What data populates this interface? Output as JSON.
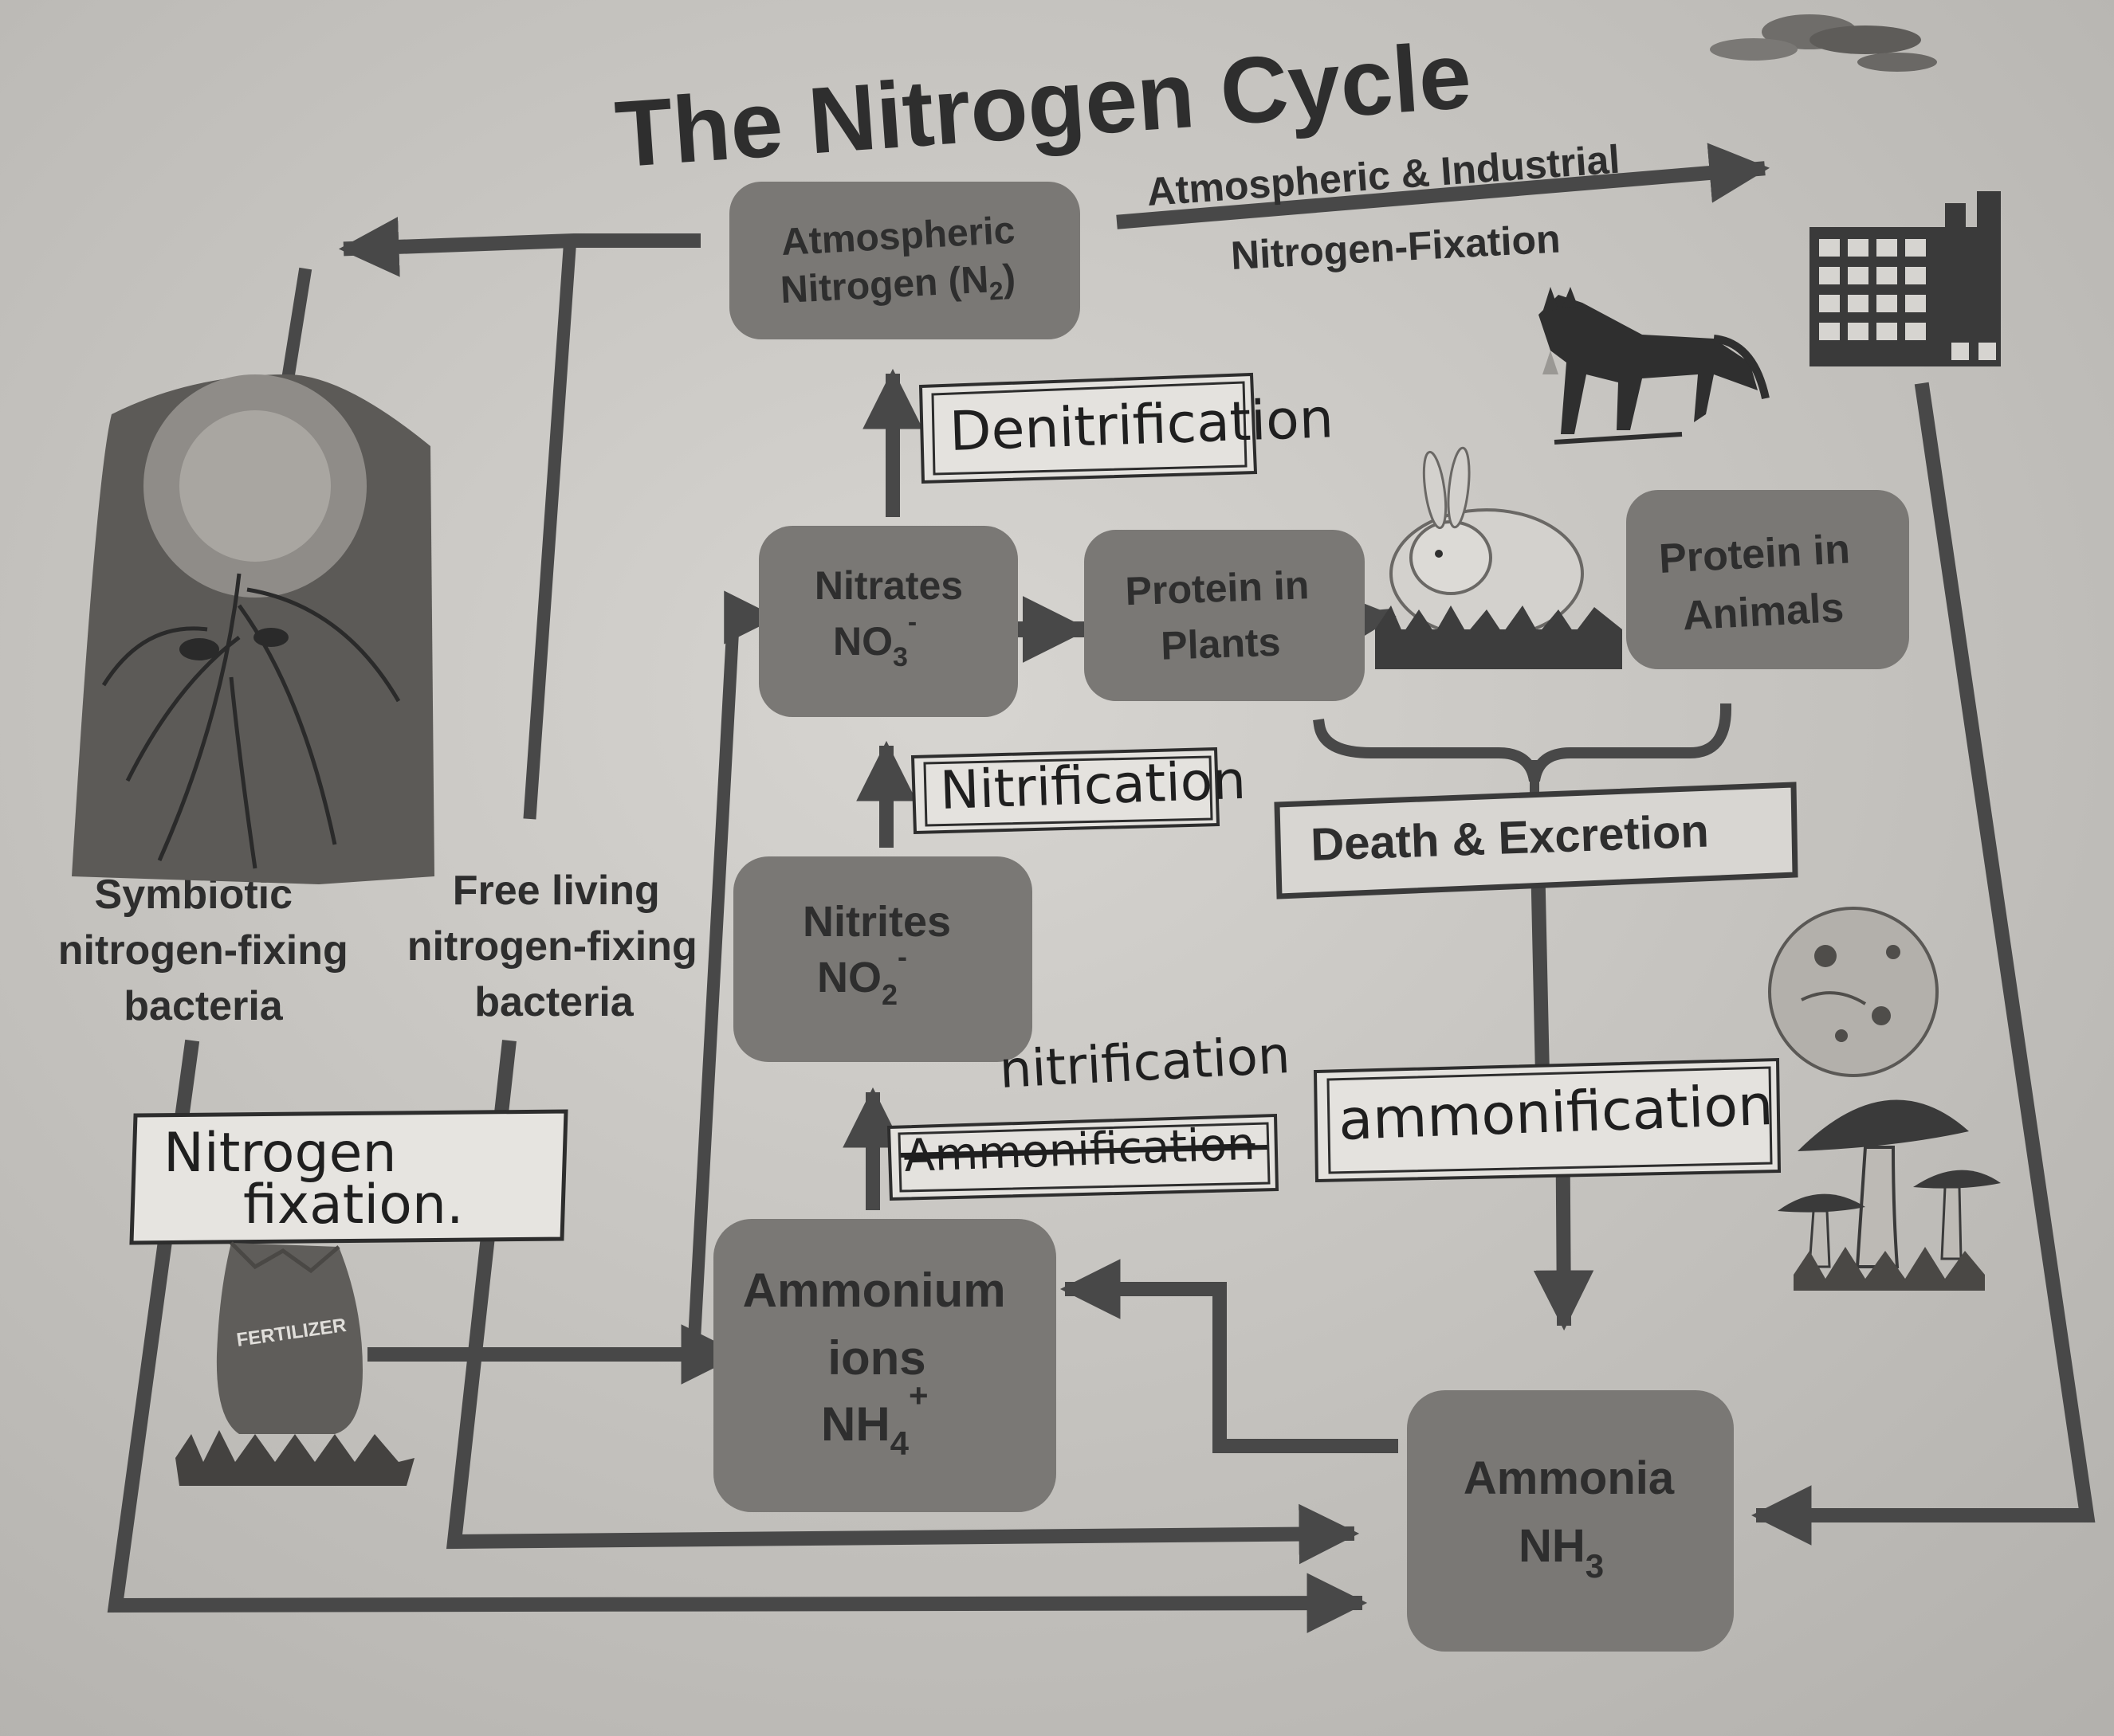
{
  "title": "The Nitrogen Cycle",
  "nodes": {
    "atmospheric": [
      "Atmospheric",
      "Nitrogen (N",
      "2",
      ")"
    ],
    "nitrates": {
      "name": "Nitrates",
      "formula": "NO",
      "sub": "3",
      "sup": "-"
    },
    "nitrites": {
      "name": "Nitrites",
      "formula": "NO",
      "sub": "2",
      "sup": "-"
    },
    "ammonium": {
      "line1": "Ammonium",
      "line2": "ions",
      "formula": "NH",
      "sub": "4",
      "sup": "+"
    },
    "ammonia": {
      "name": "Ammonia",
      "formula": "NH",
      "sub": "3"
    },
    "protein_plants": [
      "Protein in",
      "Plants"
    ],
    "protein_animals": [
      "Protein in",
      "Animals"
    ]
  },
  "labels": {
    "fixation_top": "Atmospheric & Industrial",
    "fixation_bottom": "Nitrogen-Fixation",
    "death_excretion": "Death & Excretion",
    "symbiotic": [
      "Symbiotic",
      "nitrogen-fixing",
      "bacteria"
    ],
    "free_living": [
      "Free living",
      "nitrogen-fixing",
      "bacteria"
    ],
    "fertilizer": "FERTILIZER"
  },
  "handwritten": {
    "denitrification": "Denitrification",
    "nitrification_upper": "Nitrification",
    "nitrification_lower": "nitrification",
    "ammonification_struck": "Ammonification",
    "ammonification": "ammonification",
    "nitrogen_fixation": [
      "Nitrogen",
      "fixation."
    ]
  },
  "colors": {
    "paper": "#c9c7c3",
    "node": "#7a7875",
    "ink": "#2e2e2e",
    "arrow": "#484848"
  },
  "icons": [
    "clover-plant-icon",
    "factory-icon",
    "fox-icon",
    "rabbit-icon",
    "fertilizer-bag-icon",
    "mushroom-icon",
    "decaying-fruit-icon"
  ]
}
